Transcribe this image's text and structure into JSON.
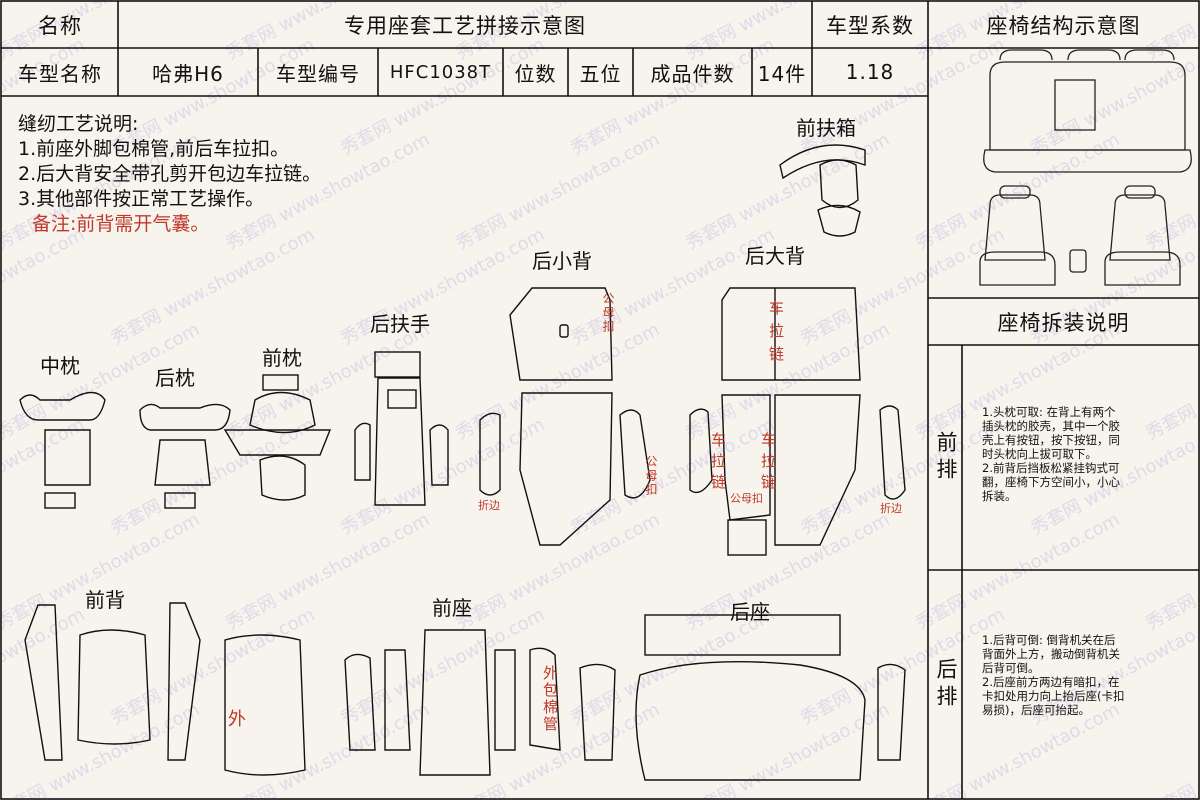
{
  "header": {
    "name_label": "名称",
    "title": "专用座套工艺拼接示意图",
    "coef_label": "车型系数",
    "structure_title": "座椅结构示意图",
    "model_name_label": "车型名称",
    "model_name": "哈弗H6",
    "model_code_label": "车型编号",
    "model_code": "HFC1038T",
    "seats_label": "位数",
    "seats": "五位",
    "pieces_label": "成品件数",
    "pieces": "14件",
    "coef": "1.18"
  },
  "notes": {
    "heading": "缝纫工艺说明:",
    "items": [
      "1.前座外脚包棉管,前后车拉扣。",
      "2.后大背安全带孔剪开包边车拉链。",
      "3.其他部件按正常工艺操作。"
    ],
    "remark": "备注:前背需开气囊。"
  },
  "parts": {
    "front_armrest": "前扶箱",
    "rear_small_back": "后小背",
    "rear_big_back": "后大背",
    "rear_armrest": "后扶手",
    "middle_pillow": "中枕",
    "rear_pillow": "后枕",
    "front_pillow": "前枕",
    "front_back": "前背",
    "front_seat": "前座",
    "rear_seat": "后座"
  },
  "annotations": {
    "male_female_buckle_1": "公母扣",
    "male_female_buckle_2": "公母扣",
    "male_female_buckle_3": "公母扣",
    "fold_edge_1": "折边",
    "fold_edge_2": "折边",
    "car_zipper_top": "车拉链",
    "car_zipper_left": "车拉链",
    "car_zipper_right": "车拉链",
    "outer": "外",
    "outer_wrap_cotton_tube": "外包棉管"
  },
  "instructions": {
    "title": "座椅拆装说明",
    "front_label": "前排",
    "front_text": [
      "1.头枕可取: 在背上有两个",
      "插头枕的胶壳，其中一个胶",
      "壳上有按钮，按下按钮，同",
      "时头枕向上拔可取下。",
      "2.前背后挡板松紧挂钩式可",
      "翻，座椅下方空间小，小心",
      "拆装。"
    ],
    "rear_label": "后排",
    "rear_text": [
      "1.后背可倒: 倒背机关在后",
      "背面外上方，搬动倒背机关",
      "后背可倒。",
      "2.后座前方两边有暗扣，在",
      "卡扣处用力向上抬后座(卡扣",
      "易损)，后座可抬起。"
    ]
  },
  "watermark": {
    "brand": "秀套网",
    "site": "www.showtao.com"
  },
  "colors": {
    "line": "#111111",
    "annotation_red": "#c0392b",
    "background": "#f6f4ec",
    "watermark": "#c8b4e0"
  }
}
